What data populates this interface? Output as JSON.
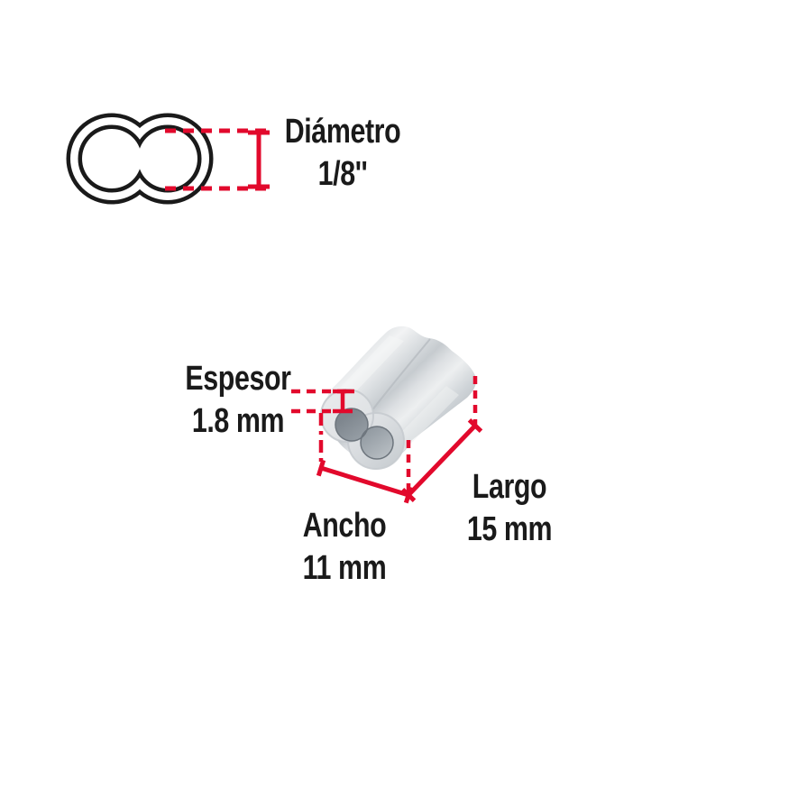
{
  "page": {
    "background": "#ffffff",
    "type": "product-dimension-diagram"
  },
  "colors": {
    "accent_red": "#e2092c",
    "ink_black": "#1a1a1a",
    "aluminum_highlight": "#f2f3f4",
    "aluminum_mid": "#ccd1d5",
    "aluminum_shadow": "#aab1b7",
    "bore_dark": "#7e868e"
  },
  "labels": {
    "diameter": {
      "title": "Diámetro",
      "value": "1/8''"
    },
    "thickness": {
      "title": "Espesor",
      "value": "1.8 mm"
    },
    "width": {
      "title": "Ancho",
      "value": "11 mm"
    },
    "length": {
      "title": "Largo",
      "value": "15 mm"
    }
  }
}
